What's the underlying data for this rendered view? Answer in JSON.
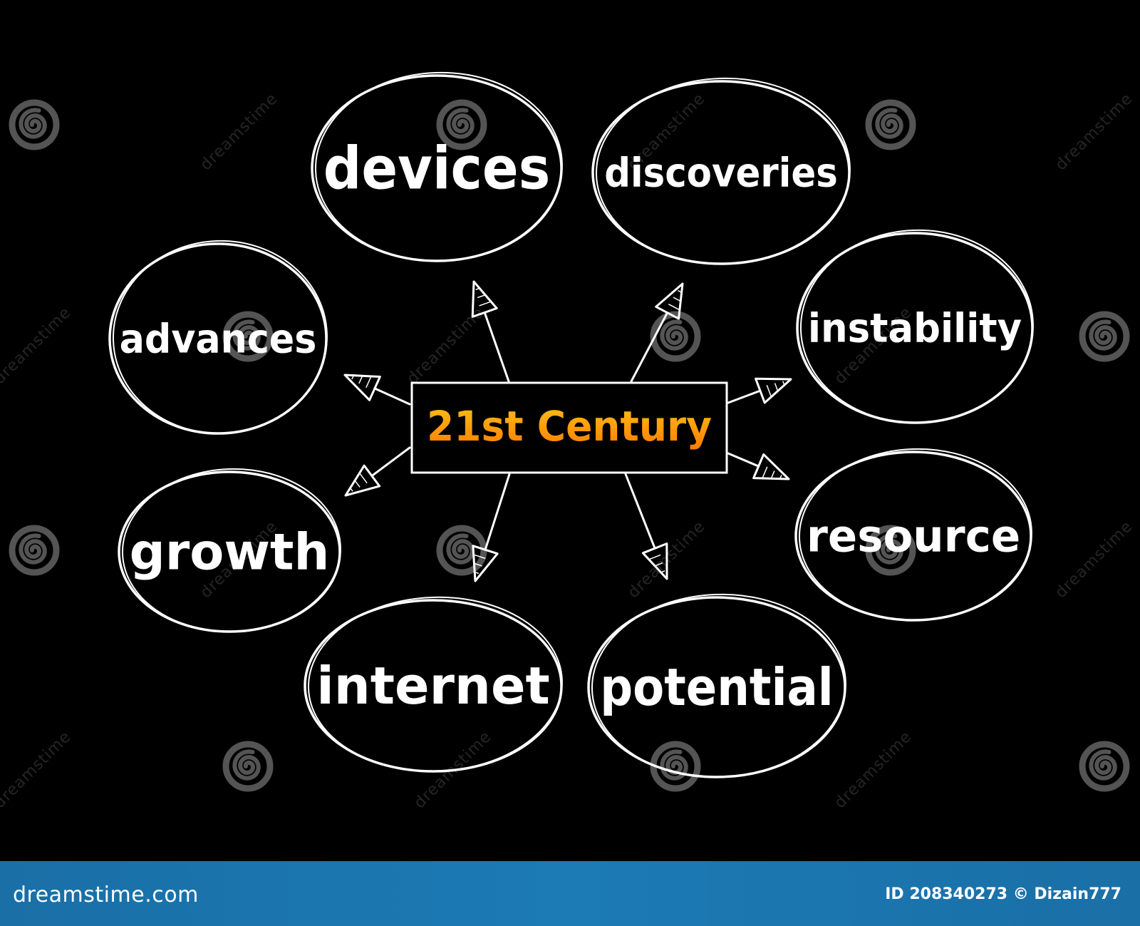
{
  "diagram": {
    "center": {
      "label": "21st Century"
    },
    "nodes": [
      {
        "id": "devices",
        "label": "devices"
      },
      {
        "id": "discoveries",
        "label": "discoveries"
      },
      {
        "id": "advances",
        "label": "advances"
      },
      {
        "id": "instability",
        "label": "instability"
      },
      {
        "id": "growth",
        "label": "growth"
      },
      {
        "id": "resource",
        "label": "resource"
      },
      {
        "id": "internet",
        "label": "internet"
      },
      {
        "id": "potential",
        "label": "potential"
      }
    ],
    "colors": {
      "background": "#000000",
      "stroke": "#ffffff",
      "center_gradient_top": "#ffc21a",
      "center_gradient_bottom": "#ff7a00"
    }
  },
  "watermark": {
    "text": "dreamstime",
    "icon": "dreamstime-spiral-icon"
  },
  "footer": {
    "site": "dreamstime.com",
    "credit": "ID 208340273 © Dizain777",
    "color": "#1c7ab5"
  }
}
